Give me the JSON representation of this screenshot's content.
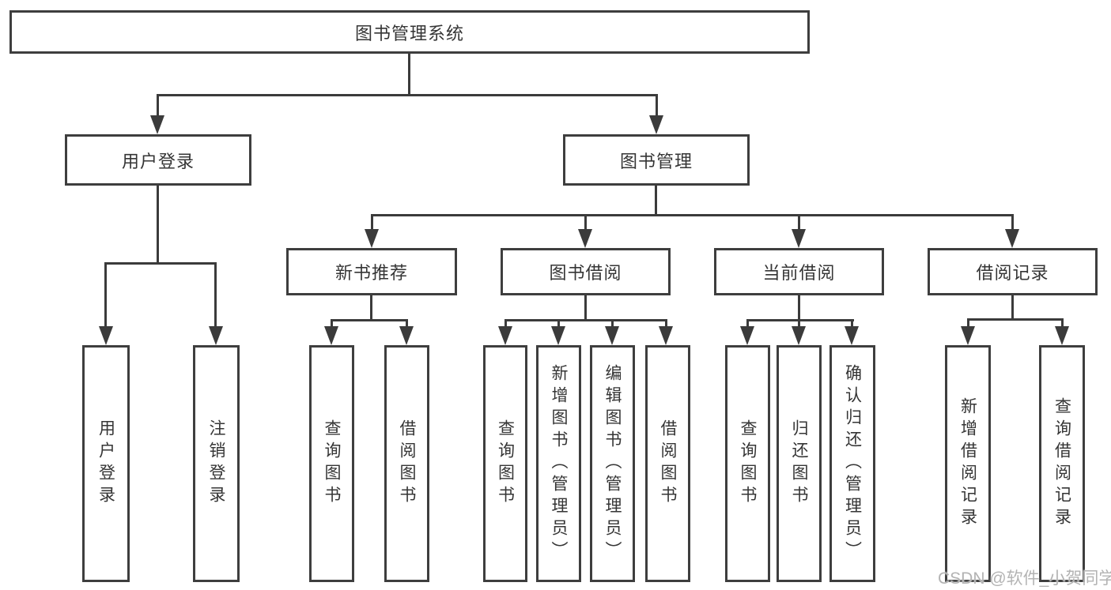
{
  "diagram": {
    "root": "图书管理系统",
    "branches": [
      {
        "label": "用户登录",
        "leaves": [
          "用户登录",
          "注销登录"
        ]
      },
      {
        "label": "图书管理",
        "groups": [
          {
            "label": "新书推荐",
            "leaves": [
              "查询图书",
              "借阅图书"
            ]
          },
          {
            "label": "图书借阅",
            "leaves": [
              "查询图书",
              "新增图书（管理员）",
              "编辑图书（管理员）",
              "借阅图书"
            ]
          },
          {
            "label": "当前借阅",
            "leaves": [
              "查询图书",
              "归还图书",
              "确认归还（管理员）"
            ]
          },
          {
            "label": "借阅记录",
            "leaves": [
              "新增借阅记录",
              "查询借阅记录"
            ]
          }
        ]
      }
    ]
  },
  "watermark": "CSDN @软件_小贺同学",
  "colors": {
    "line": "#3b3b3b",
    "border": "#3e3e3e",
    "text": "#353535",
    "background": "#ffffff",
    "watermark": "#b3b3b3"
  }
}
